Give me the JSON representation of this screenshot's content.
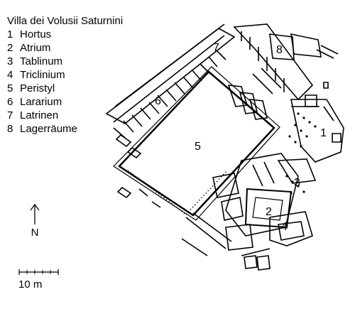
{
  "legend": {
    "title": "Villa dei Volusii Saturnini",
    "items": [
      {
        "num": "1",
        "label": "Hortus"
      },
      {
        "num": "2",
        "label": "Atrium"
      },
      {
        "num": "3",
        "label": "Tablinum"
      },
      {
        "num": "4",
        "label": "Triclinium"
      },
      {
        "num": "5",
        "label": "Peristyl"
      },
      {
        "num": "6",
        "label": "Lararium"
      },
      {
        "num": "7",
        "label": "Latrinen"
      },
      {
        "num": "8",
        "label": "Lagerräume"
      }
    ]
  },
  "north_arrow": {
    "label": "N"
  },
  "scale_bar": {
    "label": "10 m"
  },
  "plan_labels": {
    "hortus": "1",
    "atrium": "2",
    "tablinum": "3",
    "triclinium": "4",
    "peristyl": "5",
    "lararium": "6",
    "latrinen": "7",
    "lagerraeume": "8"
  }
}
